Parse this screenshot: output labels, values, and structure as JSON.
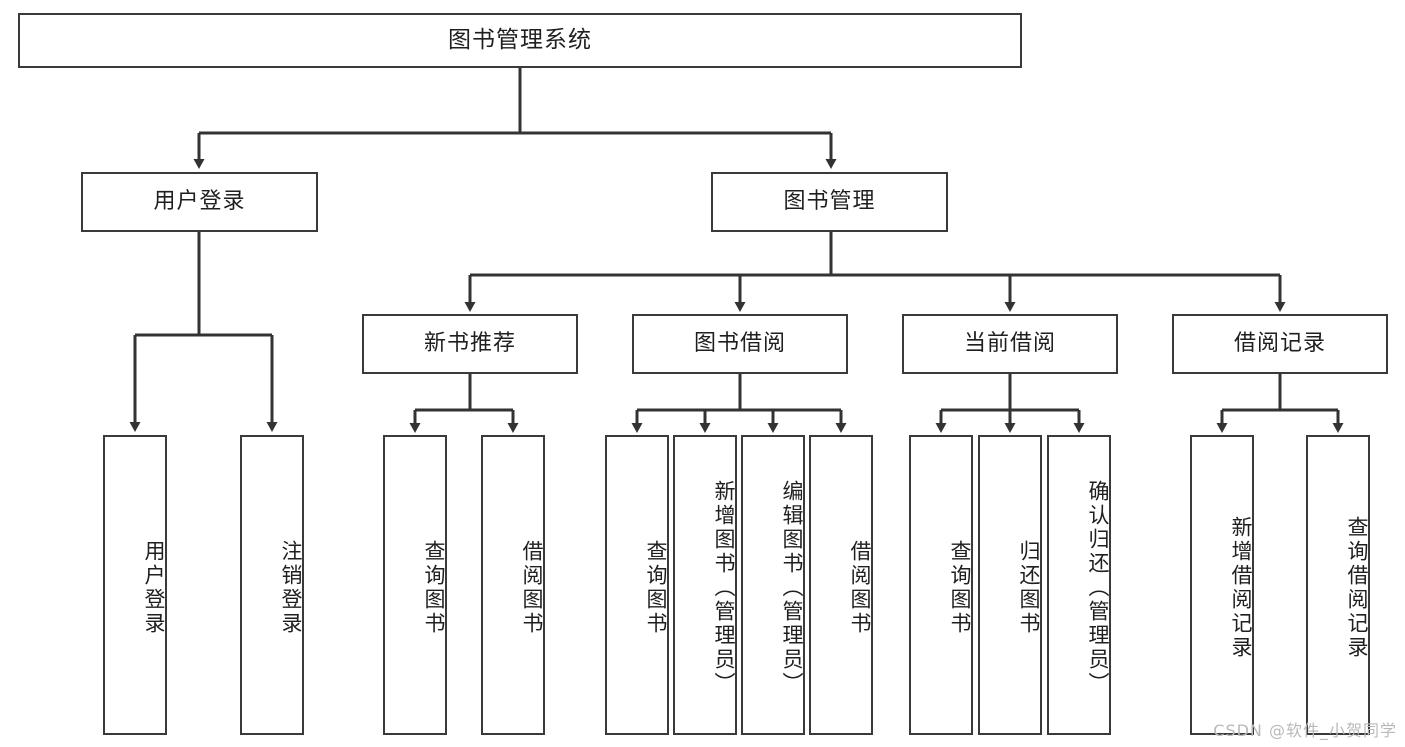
{
  "diagram": {
    "title": "图书管理系统",
    "root": {
      "label": "图书管理系统"
    },
    "level2": [
      {
        "label": "用户登录"
      },
      {
        "label": "图书管理"
      }
    ],
    "level3": [
      {
        "label": "新书推荐"
      },
      {
        "label": "图书借阅"
      },
      {
        "label": "当前借阅"
      },
      {
        "label": "借阅记录"
      }
    ],
    "leaves": {
      "user_login": [
        {
          "label": "用户登录"
        },
        {
          "label": "注销登录"
        }
      ],
      "new_book_recommend": [
        {
          "label": "查询图书"
        },
        {
          "label": "借阅图书"
        }
      ],
      "book_borrow": [
        {
          "label": "查询图书"
        },
        {
          "label": "新增图书（管理员）"
        },
        {
          "label": "编辑图书（管理员）"
        },
        {
          "label": "借阅图书"
        }
      ],
      "current_borrow": [
        {
          "label": "查询图书"
        },
        {
          "label": "归还图书"
        },
        {
          "label": "确认归还（管理员）"
        }
      ],
      "borrow_record": [
        {
          "label": "新增借阅记录"
        },
        {
          "label": "查询借阅记录"
        }
      ]
    }
  },
  "watermark": {
    "text": "CSDN @软件_小贺同学"
  },
  "colors": {
    "box_border": "#3a3a3a",
    "box_fill": "#ffffff",
    "line": "#333333",
    "text": "#1f1f1f",
    "watermark": "#b9b9b9"
  }
}
